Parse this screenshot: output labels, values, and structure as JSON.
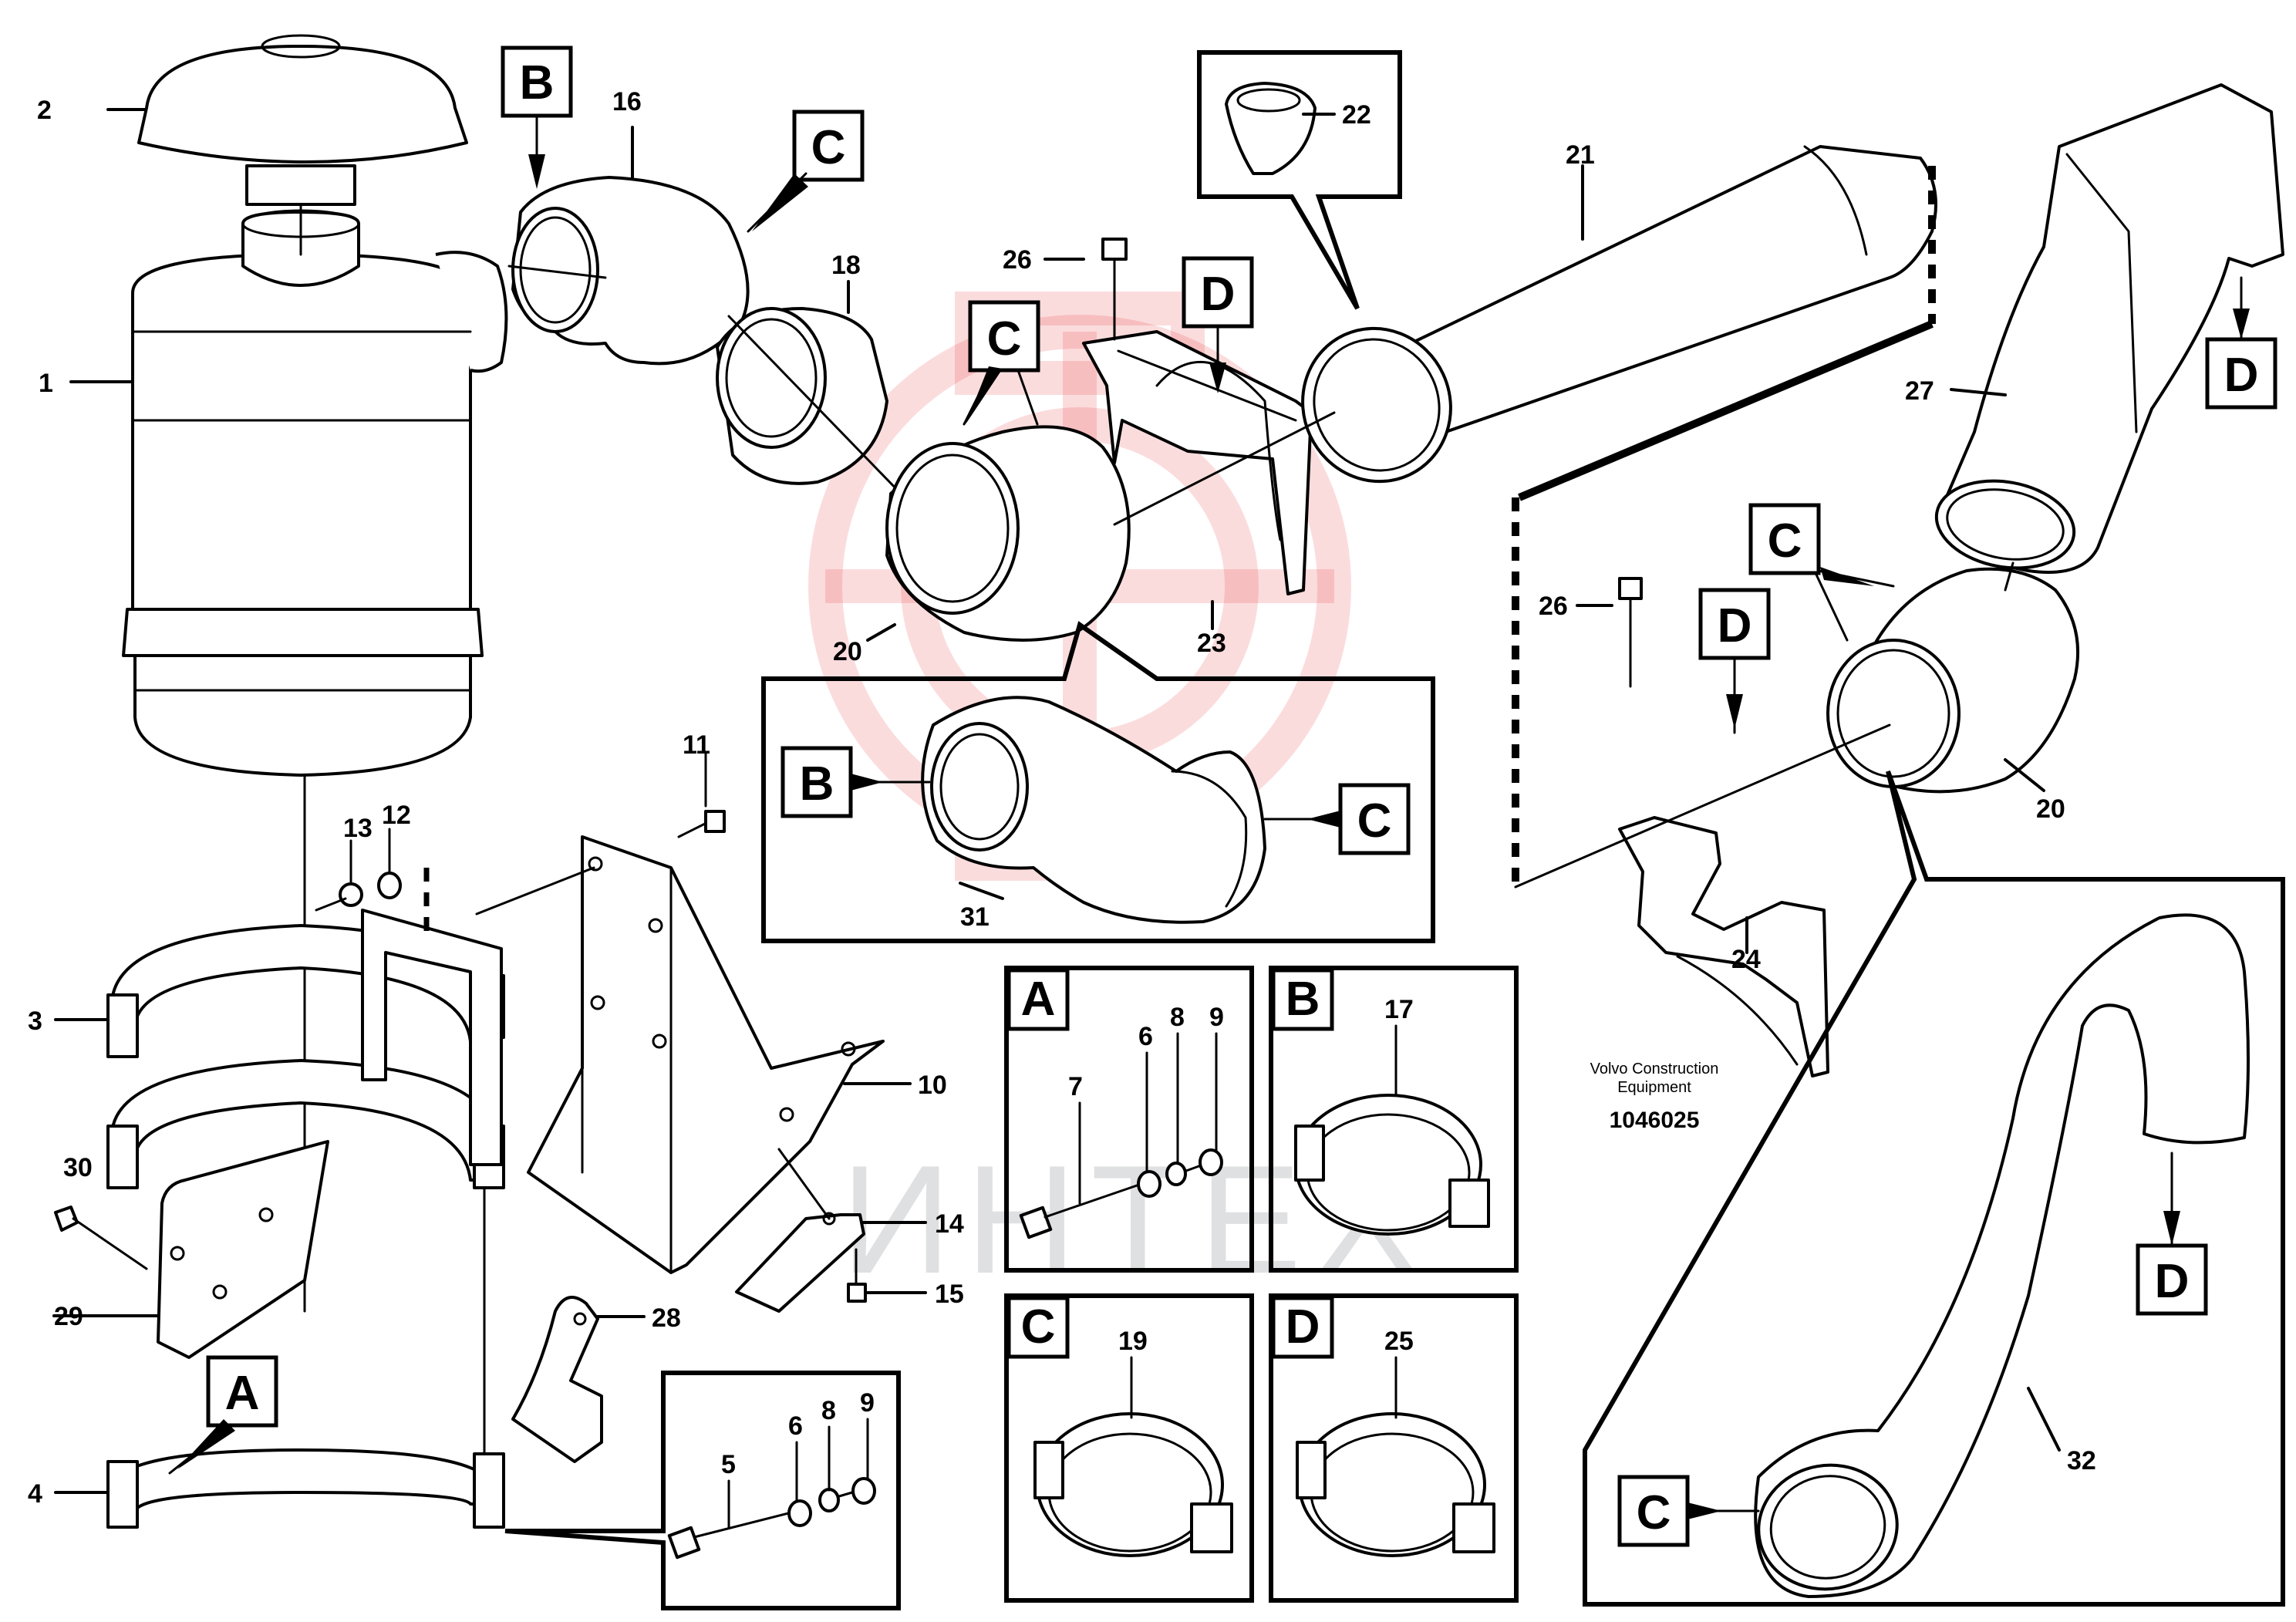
{
  "watermark": {
    "text": "ИНТЕХ",
    "logo_color": "#e8262b"
  },
  "manufacturer": {
    "line1": "Volvo Construction",
    "line2": "Equipment"
  },
  "drawing_number": "1046025",
  "labels": {
    "p1": "1",
    "p2": "2",
    "p3": "3",
    "p4": "4",
    "p5": "5",
    "p6": "6",
    "p7": "7",
    "p8": "8",
    "p9": "9",
    "p10": "10",
    "p11": "11",
    "p12": "12",
    "p13": "13",
    "p14": "14",
    "p15": "15",
    "p16": "16",
    "p17": "17",
    "p18": "18",
    "p19": "19",
    "p20": "20",
    "p21": "21",
    "p22": "22",
    "p23": "23",
    "p24": "24",
    "p25": "25",
    "p26": "26",
    "p27": "27",
    "p28": "28",
    "p29": "29",
    "p30": "30",
    "p31": "31",
    "p32": "32"
  },
  "callouts": {
    "A": "A",
    "B": "B",
    "C": "C",
    "D": "D"
  }
}
